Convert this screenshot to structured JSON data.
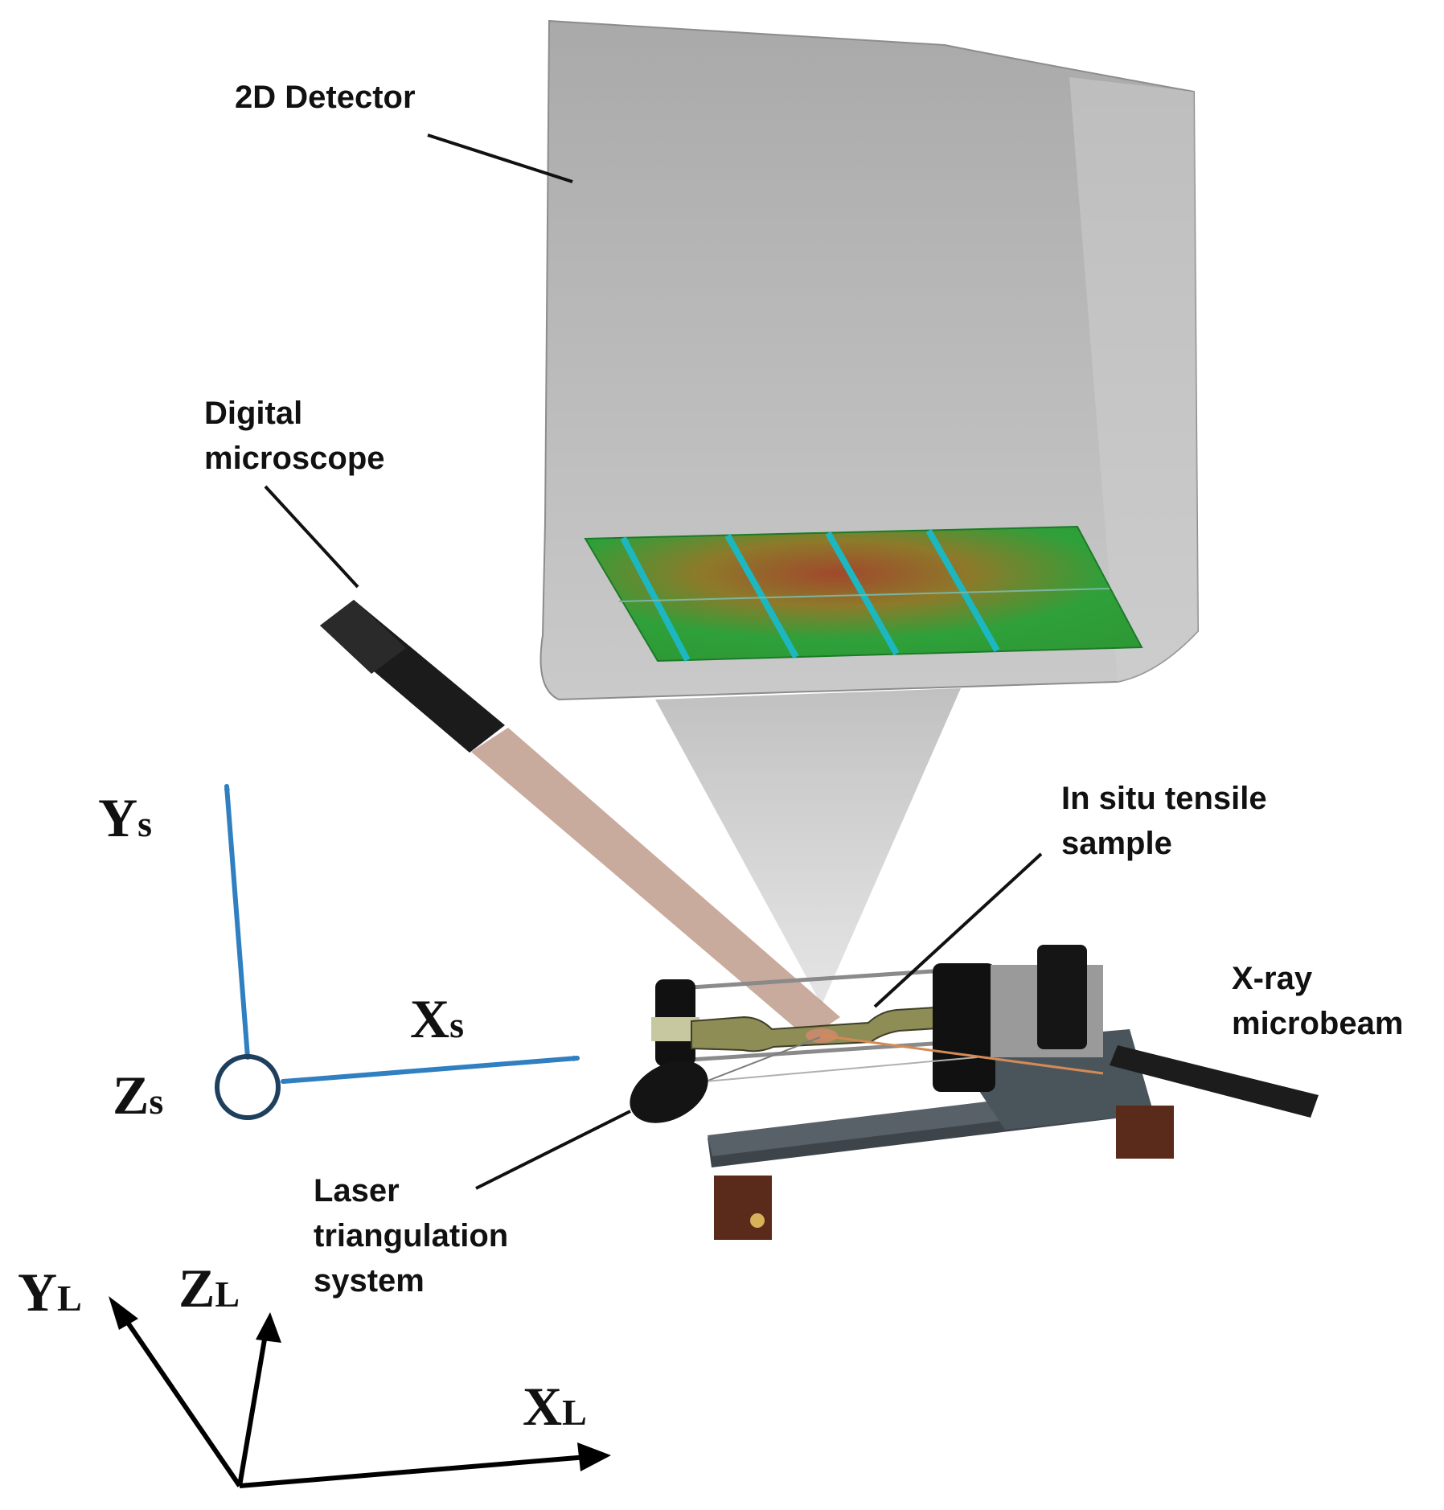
{
  "labels": {
    "detector": "2D Detector",
    "microscope": [
      "Digital",
      "microscope"
    ],
    "tensile": [
      "In situ tensile",
      "sample"
    ],
    "xray": [
      "X-ray",
      "microbeam"
    ],
    "laser": [
      "Laser",
      "triangulation",
      "system"
    ]
  },
  "axes": {
    "sample": {
      "y": {
        "main": "Y",
        "sub": "s"
      },
      "x": {
        "main": "X",
        "sub": "s"
      },
      "z": {
        "main": "Z",
        "sub": "s"
      }
    },
    "lab": {
      "y": {
        "main": "Y",
        "sub": "L"
      },
      "z": {
        "main": "Z",
        "sub": "L"
      },
      "x": {
        "main": "X",
        "sub": "L"
      }
    }
  },
  "colors": {
    "sample_axes": "#2f7fc1",
    "z_circle": "#1f3f5f",
    "lab_axes": "#000000",
    "leader": "#111111",
    "detector_panel": "#2ea03a",
    "detector_shell": "#a9a9a9",
    "microscope_beam": "#b78f7c"
  }
}
